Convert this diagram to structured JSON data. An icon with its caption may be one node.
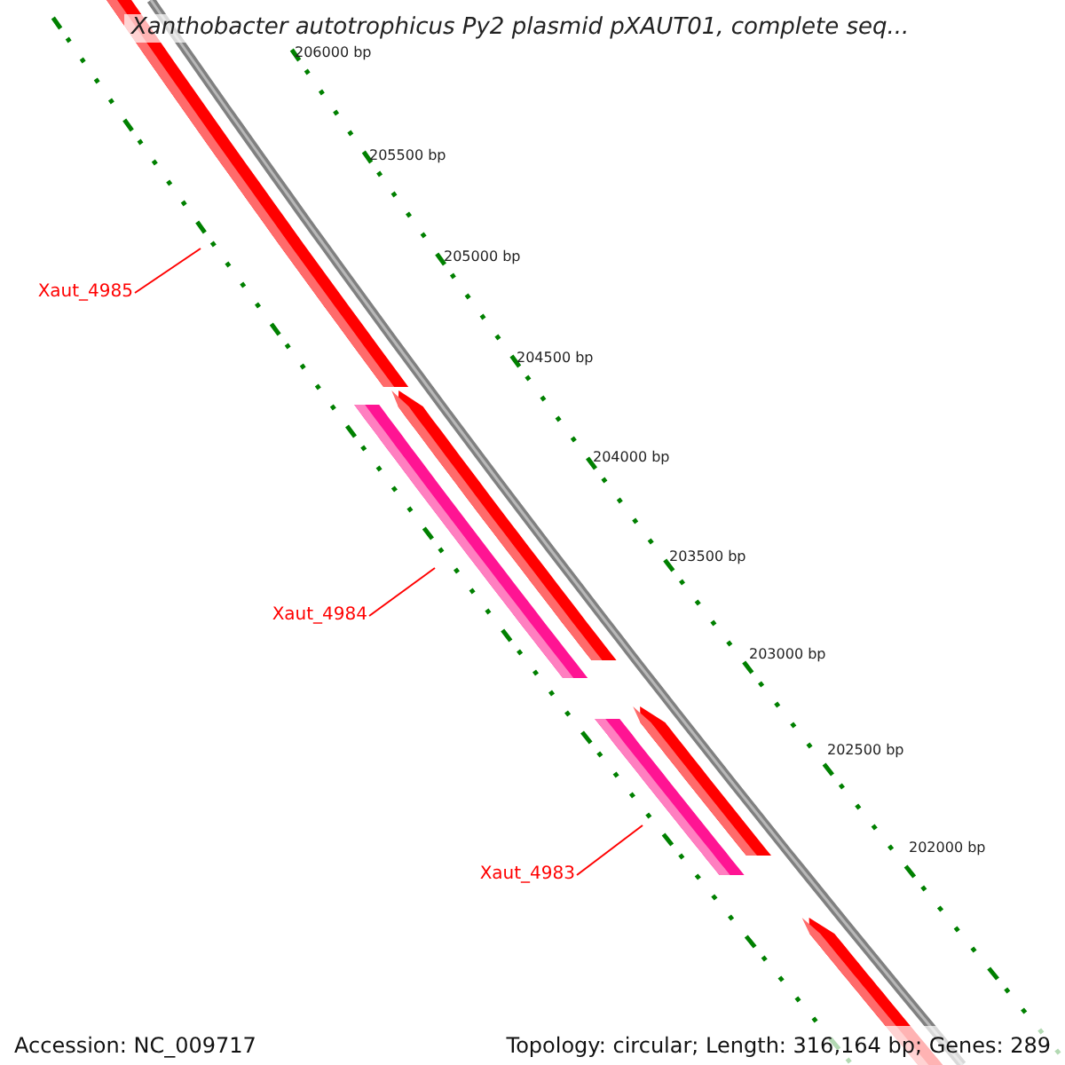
{
  "diagram": {
    "title": "Xanthobacter autotrophicus Py2 plasmid pXAUT01, complete seq...",
    "nodes": [
      {
        "text": [
          "Xaut_4985"
        ]
      },
      {
        "text": [
          "Xaut_4984"
        ]
      },
      {
        "text": [
          "Xaut_4983"
        ]
      }
    ],
    "edges": [
      {
        "from": 0,
        "to": null,
        "arrow": "none"
      },
      {
        "from": 1,
        "to": null,
        "arrow": "none"
      },
      {
        "from": 2,
        "to": null,
        "arrow": "none"
      }
    ],
    "labels": [
      "206000 bp",
      "205500 bp",
      "205000 bp",
      "204500 bp",
      "204000 bp",
      "203500 bp",
      "203000 bp",
      "202500 bp",
      "202000 bp",
      "Accession: NC_009717",
      "Topology: circular; Length: 316,164 bp; Genes: 289"
    ]
  }
}
